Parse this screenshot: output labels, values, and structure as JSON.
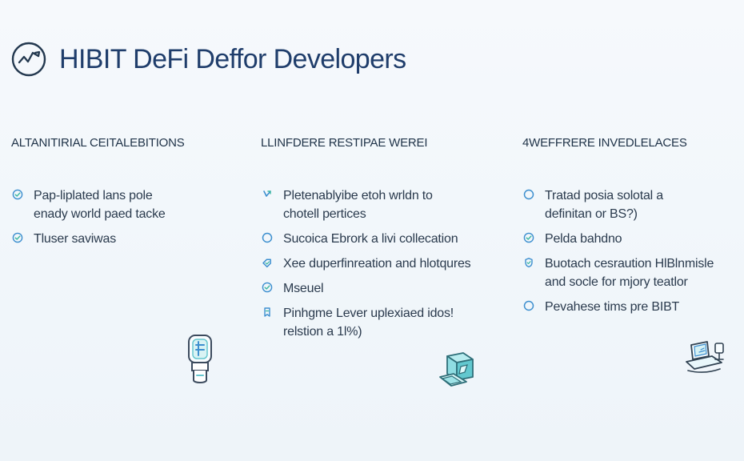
{
  "app": {
    "title": "HIBIT DeFi Deffor Developers",
    "logo_icon": "line-chart-logo-icon"
  },
  "columns": [
    {
      "title": "ALTANITIRIAL CEITALEBITIONS",
      "items": [
        {
          "icon": "check-circle-icon",
          "text": "Pap-liplated lans pole\nenady world paed tacke"
        },
        {
          "icon": "check-circle-icon",
          "text": "Tluser saviwas"
        }
      ]
    },
    {
      "title": "LLINFDERE RESTIPAE WEREI",
      "items": [
        {
          "icon": "arrow-check-icon",
          "text": "Pletenablyibe etoh wrldn to\nchotell pertices"
        },
        {
          "icon": "ring-icon",
          "text": "Sucoica Ebrork a livi collecation"
        },
        {
          "icon": "tag-icon",
          "text": "Xee duperfinreation and hlotqures"
        },
        {
          "icon": "check-circle-icon",
          "text": "Mseuel"
        },
        {
          "icon": "bookmark-icon",
          "text": "Pinhgme Lever uplexiaed idos!\nrelstion a 1l%)"
        }
      ]
    },
    {
      "title": "4WEFFRERE INVEDLELACES",
      "items": [
        {
          "icon": "ring-icon",
          "text": "Tratad posia solotal a\ndefinitan or BS?)"
        },
        {
          "icon": "check-circle-icon",
          "text": "Pelda bahdno"
        },
        {
          "icon": "shield-check-icon",
          "text": "Buotach cesraution HlBlnmisle\nand socle for mjory teatlor"
        },
        {
          "icon": "ring-icon",
          "text": "Pevahese tims pre BIBT"
        }
      ]
    }
  ],
  "illustrations": [
    "developer-bottle-icon",
    "crypto-box-icon",
    "laptop-workstation-icon"
  ],
  "colors": {
    "background": "#f3f7fb",
    "title": "#1f3d6b",
    "text": "#2a3a4d",
    "accent": "#3d8fcf",
    "teal": "#67c7cf",
    "green": "#3ab7a1"
  }
}
